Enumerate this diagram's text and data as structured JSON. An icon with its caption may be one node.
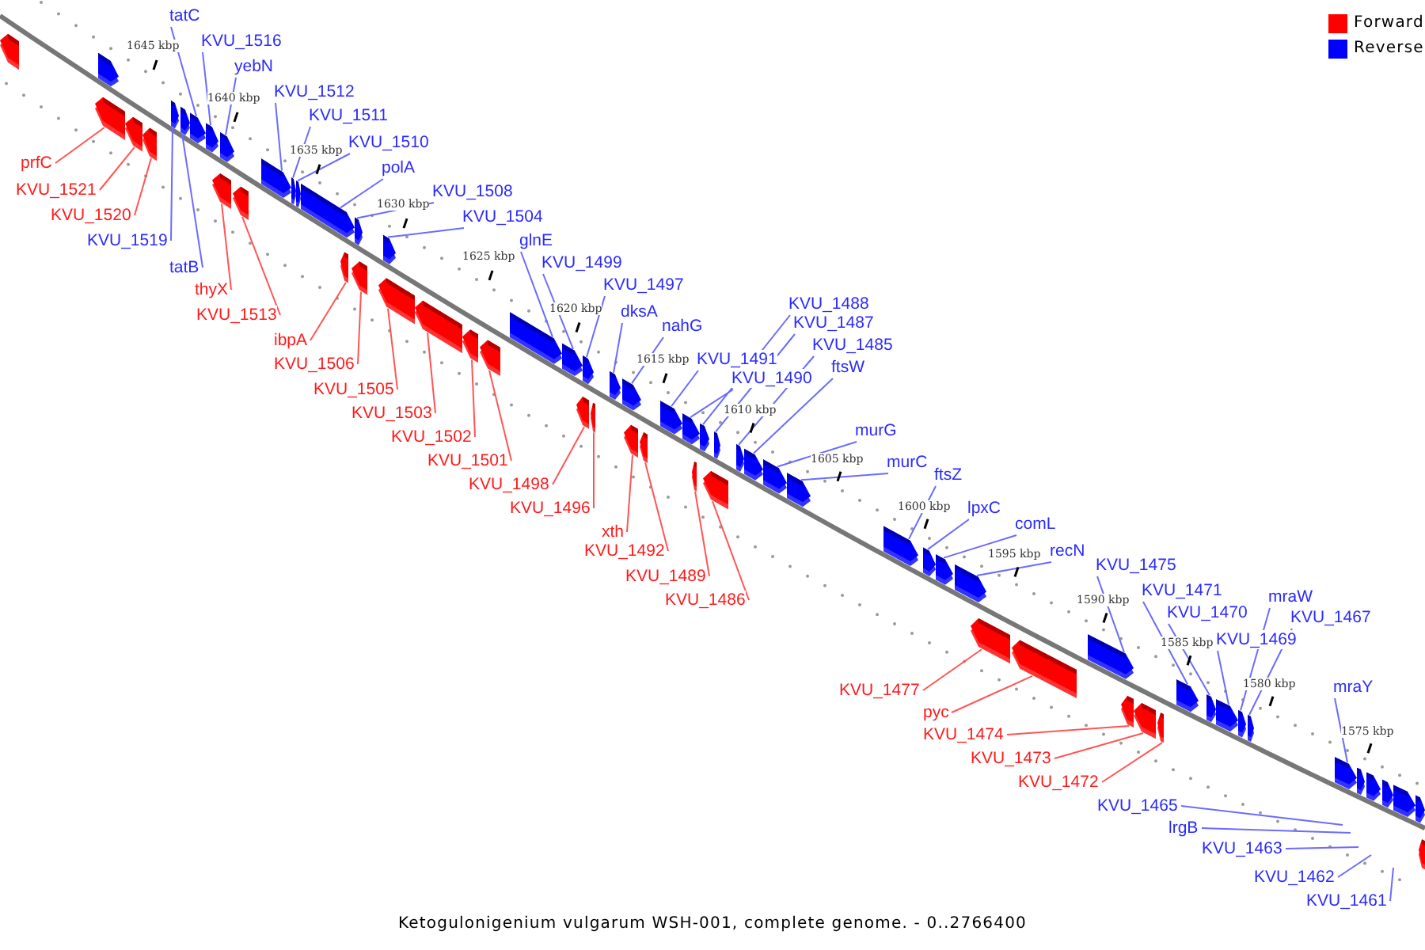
{
  "diagram": {
    "caption": "Ketogulonigenium vulgarum WSH-001, complete genome. - 0..2766400",
    "nodes": [
      {
        "text": [
          "tatC"
        ]
      },
      {
        "text": [
          "KVU_1516"
        ]
      },
      {
        "text": [
          "yebN"
        ]
      },
      {
        "text": [
          "KVU_1512"
        ]
      },
      {
        "text": [
          "KVU_1511"
        ]
      },
      {
        "text": [
          "KVU_1510"
        ]
      },
      {
        "text": [
          "polA"
        ]
      },
      {
        "text": [
          "KVU_1508"
        ]
      },
      {
        "text": [
          "KVU_1504"
        ]
      },
      {
        "text": [
          "glnE"
        ]
      },
      {
        "text": [
          "KVU_1499"
        ]
      },
      {
        "text": [
          "KVU_1497"
        ]
      },
      {
        "text": [
          "dksA"
        ]
      },
      {
        "text": [
          "nahG"
        ]
      },
      {
        "text": [
          "KVU_1491"
        ]
      },
      {
        "text": [
          "KVU_1490"
        ]
      },
      {
        "text": [
          "KVU_1488"
        ]
      },
      {
        "text": [
          "KVU_1487"
        ]
      },
      {
        "text": [
          "KVU_1485"
        ]
      },
      {
        "text": [
          "ftsW"
        ]
      },
      {
        "text": [
          "murG"
        ]
      },
      {
        "text": [
          "murC"
        ]
      },
      {
        "text": [
          "ftsZ"
        ]
      },
      {
        "text": [
          "lpxC"
        ]
      },
      {
        "text": [
          "comL"
        ]
      },
      {
        "text": [
          "recN"
        ]
      },
      {
        "text": [
          "KVU_1475"
        ]
      },
      {
        "text": [
          "KVU_1471"
        ]
      },
      {
        "text": [
          "KVU_1470"
        ]
      },
      {
        "text": [
          "KVU_1469"
        ]
      },
      {
        "text": [
          "mraW"
        ]
      },
      {
        "text": [
          "KVU_1467"
        ]
      },
      {
        "text": [
          "mraY"
        ]
      },
      {
        "text": [
          "prfC"
        ]
      },
      {
        "text": [
          "KVU_1521"
        ]
      },
      {
        "text": [
          "KVU_1520"
        ]
      },
      {
        "text": [
          "KVU_1519"
        ]
      },
      {
        "text": [
          "tatB"
        ]
      },
      {
        "text": [
          "thyX"
        ]
      },
      {
        "text": [
          "KVU_1513"
        ]
      },
      {
        "text": [
          "ibpA"
        ]
      },
      {
        "text": [
          "KVU_1506"
        ]
      },
      {
        "text": [
          "KVU_1505"
        ]
      },
      {
        "text": [
          "KVU_1503"
        ]
      },
      {
        "text": [
          "KVU_1502"
        ]
      },
      {
        "text": [
          "KVU_1501"
        ]
      },
      {
        "text": [
          "KVU_1498"
        ]
      },
      {
        "text": [
          "KVU_1496"
        ]
      },
      {
        "text": [
          "xth"
        ]
      },
      {
        "text": [
          "KVU_1492"
        ]
      },
      {
        "text": [
          "KVU_1489"
        ]
      },
      {
        "text": [
          "KVU_1486"
        ]
      },
      {
        "text": [
          "KVU_1477"
        ]
      },
      {
        "text": [
          "pyc"
        ]
      },
      {
        "text": [
          "KVU_1474"
        ]
      },
      {
        "text": [
          "KVU_1473"
        ]
      },
      {
        "text": [
          "KVU_1472"
        ]
      },
      {
        "text": [
          "KVU_1465"
        ]
      },
      {
        "text": [
          "lrgB"
        ]
      },
      {
        "text": [
          "KVU_1463"
        ]
      },
      {
        "text": [
          "KVU_1462"
        ]
      },
      {
        "text": [
          "KVU_1461"
        ]
      },
      {
        "text": [],
        "shape": "pentagon"
      },
      {
        "text": [],
        "shape": "pentagon"
      },
      {
        "text": [],
        "shape": "pentagon"
      },
      {
        "text": [],
        "shape": "pentagon"
      },
      {
        "text": [],
        "shape": "pentagon"
      },
      {
        "text": [],
        "shape": "pentagon"
      },
      {
        "text": [],
        "shape": "pentagon"
      },
      {
        "text": [],
        "shape": "pentagon"
      },
      {
        "text": [],
        "shape": "pentagon"
      },
      {
        "text": [],
        "shape": "pentagon"
      },
      {
        "text": [],
        "shape": "pentagon"
      },
      {
        "text": [],
        "shape": "pentagon"
      },
      {
        "text": [],
        "shape": "pentagon"
      },
      {
        "text": [],
        "shape": "pentagon"
      },
      {
        "text": [],
        "shape": "pentagon"
      },
      {
        "text": [],
        "shape": "pentagon"
      },
      {
        "text": [],
        "shape": "pentagon"
      },
      {
        "text": [],
        "shape": "pentagon"
      },
      {
        "text": [],
        "shape": "pentagon"
      },
      {
        "text": [],
        "shape": "pentagon"
      },
      {
        "text": [],
        "shape": "pentagon"
      },
      {
        "text": [],
        "shape": "pentagon"
      },
      {
        "text": [],
        "shape": "pentagon"
      },
      {
        "text": [],
        "shape": "pentagon"
      },
      {
        "text": [],
        "shape": "pentagon"
      },
      {
        "text": [],
        "shape": "pentagon"
      },
      {
        "text": [],
        "shape": "pentagon"
      },
      {
        "text": [],
        "shape": "pentagon"
      },
      {
        "text": [],
        "shape": "pentagon"
      },
      {
        "text": [],
        "shape": "pentagon"
      },
      {
        "text": [],
        "shape": "pentagon"
      },
      {
        "text": [],
        "shape": "pentagon"
      },
      {
        "text": [],
        "shape": "pentagon"
      },
      {
        "text": [],
        "shape": "pentagon"
      },
      {
        "text": [],
        "shape": "pentagon"
      },
      {
        "text": [],
        "shape": "pentagon"
      },
      {
        "text": [],
        "shape": "pentagon"
      },
      {
        "text": [],
        "shape": "pentagon"
      },
      {
        "text": [],
        "shape": "pentagon"
      },
      {
        "text": [],
        "shape": "pentagon"
      },
      {
        "text": [],
        "shape": "pentagon"
      },
      {
        "text": [],
        "shape": "pentagon"
      },
      {
        "text": [],
        "shape": "pentagon"
      },
      {
        "text": [],
        "shape": "pentagon"
      },
      {
        "text": [],
        "shape": "pentagon"
      },
      {
        "text": [],
        "shape": "pentagon"
      },
      {
        "text": [],
        "shape": "pentagon"
      },
      {
        "text": [],
        "shape": "pentagon"
      },
      {
        "text": [],
        "shape": "pentagon"
      },
      {
        "text": [],
        "shape": "pentagon"
      },
      {
        "text": [],
        "shape": "pentagon"
      },
      {
        "text": [],
        "shape": "pentagon"
      },
      {
        "text": [],
        "shape": "pentagon"
      },
      {
        "text": [],
        "shape": "pentagon"
      },
      {
        "text": [],
        "shape": "pentagon"
      },
      {
        "text": [],
        "shape": "pentagon"
      },
      {
        "text": [],
        "shape": "pentagon"
      },
      {
        "text": [],
        "shape": "pentagon"
      },
      {
        "text": [],
        "shape": "pentagon"
      },
      {
        "text": [],
        "shape": "pentagon"
      },
      {
        "text": [],
        "shape": "pentagon"
      },
      {
        "text": [],
        "shape": "pentagon"
      },
      {
        "text": [],
        "shape": "pentagon"
      },
      {
        "text": [],
        "shape": "pentagon"
      },
      {
        "text": [],
        "shape": "pentagon"
      }
    ],
    "edges": [
      {
        "from": 0,
        "to": 69,
        "arrow": "none"
      },
      {
        "from": 1,
        "to": 70,
        "arrow": "none"
      },
      {
        "from": 2,
        "to": 72,
        "arrow": "none"
      },
      {
        "from": 3,
        "to": 74,
        "arrow": "none"
      },
      {
        "from": 4,
        "to": 75,
        "arrow": "none"
      },
      {
        "from": 5,
        "to": 76,
        "arrow": "none"
      },
      {
        "from": 6,
        "to": 77,
        "arrow": "none"
      },
      {
        "from": 7,
        "to": 80,
        "arrow": "none"
      },
      {
        "from": 8,
        "to": 82,
        "arrow": "none"
      },
      {
        "from": 9,
        "to": 86,
        "arrow": "none"
      },
      {
        "from": 10,
        "to": 87,
        "arrow": "none"
      },
      {
        "from": 11,
        "to": 89,
        "arrow": "none"
      },
      {
        "from": 12,
        "to": 91,
        "arrow": "none"
      },
      {
        "from": 13,
        "to": 92,
        "arrow": "none"
      },
      {
        "from": 14,
        "to": 95,
        "arrow": "none"
      },
      {
        "from": 15,
        "to": 96,
        "arrow": "none"
      },
      {
        "from": 16,
        "to": 98,
        "arrow": "none"
      },
      {
        "from": 17,
        "to": 100,
        "arrow": "none"
      },
      {
        "from": 18,
        "to": 101,
        "arrow": "none"
      },
      {
        "from": 19,
        "to": 102,
        "arrow": "none"
      },
      {
        "from": 20,
        "to": 103,
        "arrow": "none"
      },
      {
        "from": 21,
        "to": 104,
        "arrow": "none"
      },
      {
        "from": 22,
        "to": 105,
        "arrow": "none"
      },
      {
        "from": 23,
        "to": 106,
        "arrow": "none"
      },
      {
        "from": 24,
        "to": 107,
        "arrow": "none"
      },
      {
        "from": 25,
        "to": 108,
        "arrow": "none"
      },
      {
        "from": 26,
        "to": 111,
        "arrow": "none"
      },
      {
        "from": 27,
        "to": 115,
        "arrow": "none"
      },
      {
        "from": 28,
        "to": 116,
        "arrow": "none"
      },
      {
        "from": 29,
        "to": 117,
        "arrow": "none"
      },
      {
        "from": 30,
        "to": 118,
        "arrow": "none"
      },
      {
        "from": 31,
        "to": 119,
        "arrow": "none"
      },
      {
        "from": 32,
        "to": 120,
        "arrow": "none"
      },
      {
        "from": 33,
        "to": 63,
        "arrow": "none",
        "color": "#ff5555"
      },
      {
        "from": 34,
        "to": 65,
        "arrow": "none",
        "color": "#ff5555"
      },
      {
        "from": 35,
        "to": 66,
        "arrow": "none",
        "color": "#ff5555"
      },
      {
        "from": 36,
        "to": 67,
        "arrow": "none"
      },
      {
        "from": 37,
        "to": 68,
        "arrow": "none"
      },
      {
        "from": 38,
        "to": 71,
        "arrow": "none",
        "color": "#ff5555"
      },
      {
        "from": 39,
        "to": 73,
        "arrow": "none",
        "color": "#ff5555"
      },
      {
        "from": 40,
        "to": 78,
        "arrow": "none",
        "color": "#ff5555"
      },
      {
        "from": 41,
        "to": 79,
        "arrow": "none",
        "color": "#ff5555"
      },
      {
        "from": 42,
        "to": 81,
        "arrow": "none",
        "color": "#ff5555"
      },
      {
        "from": 43,
        "to": 83,
        "arrow": "none",
        "color": "#ff5555"
      },
      {
        "from": 44,
        "to": 84,
        "arrow": "none",
        "color": "#ff5555"
      },
      {
        "from": 45,
        "to": 85,
        "arrow": "none",
        "color": "#ff5555"
      },
      {
        "from": 46,
        "to": 88,
        "arrow": "none",
        "color": "#ff5555"
      },
      {
        "from": 47,
        "to": 90,
        "arrow": "none",
        "color": "#ff5555"
      },
      {
        "from": 48,
        "to": 93,
        "arrow": "none",
        "color": "#ff5555"
      },
      {
        "from": 49,
        "to": 94,
        "arrow": "none",
        "color": "#ff5555"
      },
      {
        "from": 50,
        "to": 97,
        "arrow": "none",
        "color": "#ff5555"
      },
      {
        "from": 51,
        "to": 99,
        "arrow": "none",
        "color": "#ff5555"
      },
      {
        "from": 52,
        "to": 109,
        "arrow": "none",
        "color": "#ff5555"
      },
      {
        "from": 53,
        "to": 110,
        "arrow": "none",
        "color": "#ff5555"
      },
      {
        "from": 54,
        "to": 112,
        "arrow": "none",
        "color": "#ff5555"
      },
      {
        "from": 55,
        "to": 113,
        "arrow": "none",
        "color": "#ff5555"
      },
      {
        "from": 56,
        "to": 114,
        "arrow": "none",
        "color": "#ff5555"
      },
      {
        "from": 57,
        "to": null,
        "arrow": "none"
      },
      {
        "from": 58,
        "to": null,
        "arrow": "none"
      },
      {
        "from": 59,
        "to": null,
        "arrow": "none"
      },
      {
        "from": 60,
        "to": null,
        "arrow": "none"
      },
      {
        "from": 61,
        "to": null,
        "arrow": "none"
      }
    ],
    "labels": [
      "1645 kbp",
      "1640 kbp",
      "1635 kbp",
      "1630 kbp",
      "1625 kbp",
      "1620 kbp",
      "1615 kbp",
      "1610 kbp",
      "1605 kbp",
      "1600 kbp",
      "1595 kbp",
      "1590 kbp",
      "1585 kbp",
      "1580 kbp",
      "1575 kbp"
    ],
    "legend": [
      {
        "text": "Forward",
        "color": "#ff0000"
      },
      {
        "text": "Reverse",
        "color": "#0000ff"
      }
    ]
  }
}
